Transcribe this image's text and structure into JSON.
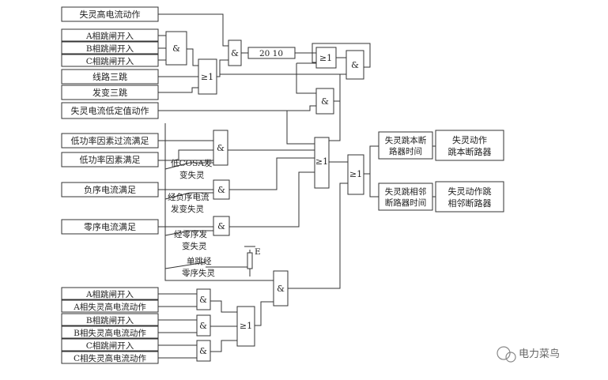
{
  "inputs": {
    "top": "失灵高电流动作",
    "a_trip": "A相跳闸开入",
    "b_trip": "B相跳闸开入",
    "c_trip": "C相跳闸开入",
    "line_3trip": "线路三跳",
    "xfmr_3trip": "发变三跳",
    "low_setting": "失灵电流低定值动作",
    "lowpf_over": "低功率因素过流满足",
    "lowpf": "低功率因素满足",
    "negseq": "负序电流满足",
    "zeroseq": "零序电流满足",
    "bot_a_trip": "A相跳闸开入",
    "bot_a_hi": "A相失灵高电流动作",
    "bot_b_trip": "B相跳闸开入",
    "bot_b_hi": "B相失灵高电流动作",
    "bot_c_trip": "C相跳闸开入",
    "bot_c_hi": "C相失灵高电流动作"
  },
  "gates": {
    "and": "&",
    "or": "≥1"
  },
  "timer": "20  10",
  "switches": {
    "cosa_1": "低COSA发",
    "cosa_2": "变失灵",
    "neg_1": "经负序电流",
    "neg_2": "发变失灵",
    "zero_1": "经零序发",
    "zero_2": "变失灵",
    "single_1": "单跳经",
    "single_2": "零序失灵",
    "e_label": "E"
  },
  "timers_out": {
    "t1_1": "失灵跳本断",
    "t1_2": "路器时间",
    "t2_1": "失灵跳相邻",
    "t2_2": "断路器时间"
  },
  "outputs": {
    "o1_1": "失灵动作",
    "o1_2": "跳本断路器",
    "o2_1": "失灵动作跳",
    "o2_2": "相邻断路器"
  },
  "watermark": "电力菜鸟"
}
